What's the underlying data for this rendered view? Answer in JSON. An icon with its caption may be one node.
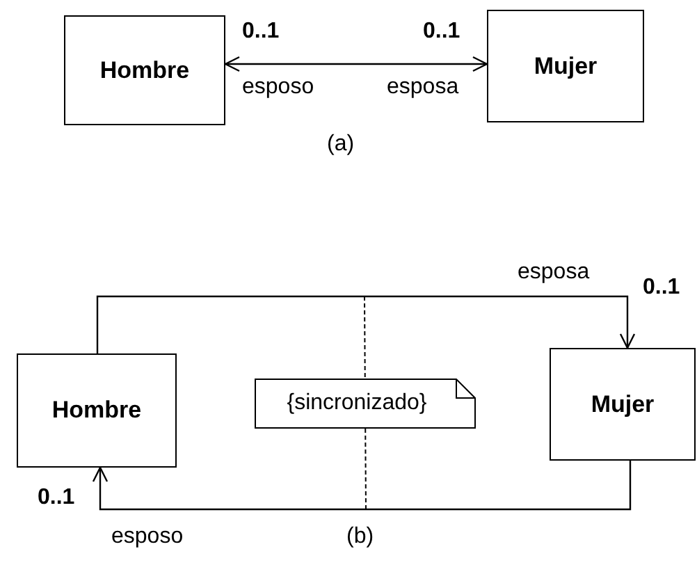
{
  "diagram": {
    "nodes": [
      {
        "text": [
          "Hombre"
        ]
      },
      {
        "text": [
          "Mujer"
        ]
      },
      {
        "text": [
          "Hombre"
        ]
      },
      {
        "text": [
          "Mujer"
        ]
      },
      {
        "text": [
          "{sincronizado}"
        ]
      }
    ],
    "edges": [
      {
        "from": 0,
        "to": 1,
        "arrow": "both"
      },
      {
        "from": 2,
        "to": 3,
        "arrow": "to"
      },
      {
        "from": 3,
        "to": 2,
        "arrow": "to"
      }
    ],
    "labels": [
      "0..1",
      "0..1",
      "esposo",
      "esposa",
      "(a)",
      "esposa",
      "0..1",
      "0..1",
      "esposo",
      "(b)"
    ]
  }
}
